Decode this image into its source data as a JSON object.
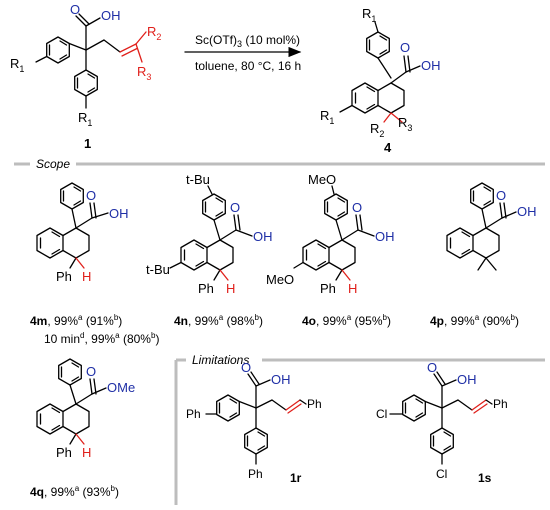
{
  "scheme": {
    "reagent_line1": "Sc(OTf)",
    "reagent_sub": "3",
    "reagent_tail": " (10 mol%)",
    "conditions_line2": "toluene, 80 °C, 16 h",
    "start_label": "1",
    "product_label": "4",
    "R1": "R",
    "R1_sup": "1",
    "R2": "R",
    "R2_sup": "2",
    "R3": "R",
    "R3_sup": "3",
    "OH": "OH",
    "O": "O"
  },
  "scope": {
    "title": "Scope",
    "entries": [
      {
        "id": "4m",
        "text": ", 99%",
        "sup1": "a",
        "mid": " (91%",
        "sup2": "b",
        "end": ")",
        "extra_pre": "10 min",
        "extra_sup0": "d",
        "extra_mid": ", 99%",
        "extra_sup1": "a",
        "extra_mid2": " (80%",
        "extra_sup2": "b",
        "extra_end": ")"
      },
      {
        "id": "4n",
        "text": ", 99%",
        "sup1": "a",
        "mid": " (98%",
        "sup2": "b",
        "end": ")"
      },
      {
        "id": "4o",
        "text": ", 99%",
        "sup1": "a",
        "mid": " (95%",
        "sup2": "b",
        "end": ")"
      },
      {
        "id": "4p",
        "text": ", 99%",
        "sup1": "a",
        "mid": " (90%",
        "sup2": "b",
        "end": ")"
      },
      {
        "id": "4q",
        "text": ", 99%",
        "sup1": "a",
        "mid": " (93%",
        "sup2": "b",
        "end": ")"
      }
    ],
    "labels": {
      "Ph": "Ph",
      "H": "H",
      "tBu": "t-Bu",
      "MeO": "MeO",
      "OMe": "OMe",
      "OH": "OH",
      "O": "O"
    }
  },
  "limitations": {
    "title": "Limitations",
    "compounds": [
      {
        "id": "1r",
        "aryl": "Ph",
        "alkene": "Ph"
      },
      {
        "id": "1s",
        "aryl": "Cl",
        "alkene": "Ph"
      }
    ]
  },
  "colors": {
    "carboxyl": "#1f2fa6",
    "alkene": "#e0201b",
    "divider": "#bdbdbd"
  }
}
